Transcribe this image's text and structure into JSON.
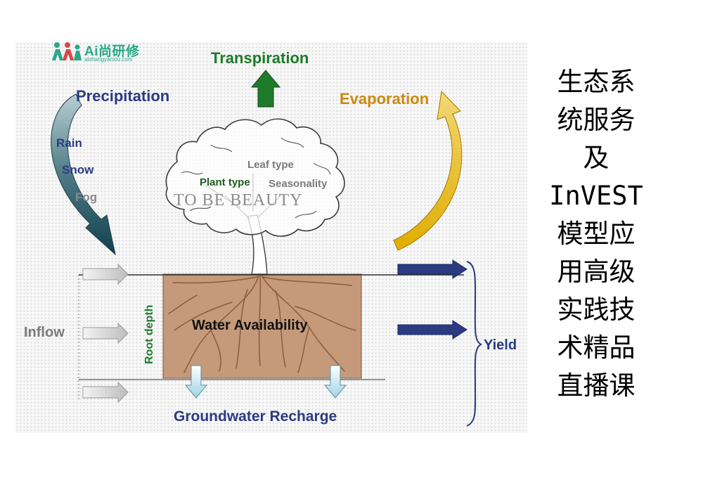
{
  "logo": {
    "title": "Ai尚研修",
    "subtitle": "aishangyanxiu.com",
    "colors": {
      "brand": "#2aa889",
      "accent": "#d64a4a"
    }
  },
  "diagram": {
    "transpiration": "Transpiration",
    "precipitation": "Precipitation",
    "evaporation": "Evaporation",
    "rain": "Rain",
    "snow": "Snow",
    "fog": "Fog",
    "leaf_type": "Leaf type",
    "plant_type": "Plant type",
    "seasonality": "Seasonality",
    "watermark": "TO BE BEAUTY",
    "root_depth": "Root depth",
    "water_availability": "Water Availability",
    "inflow": "Inflow",
    "yield": "Yield",
    "groundwater_recharge": "Groundwater Recharge",
    "colors": {
      "navy": "#2a3b82",
      "green": "#1f7a2a",
      "orange": "#c98a12",
      "gold": "#e6b800",
      "soil": "#c49a7a",
      "root": "#8b5a3c"
    }
  },
  "side_title": {
    "lines": [
      "生态系",
      "统服务",
      "及",
      "InVEST",
      "模型应",
      "用高级",
      "实践技",
      "术精品",
      "直播课"
    ]
  }
}
